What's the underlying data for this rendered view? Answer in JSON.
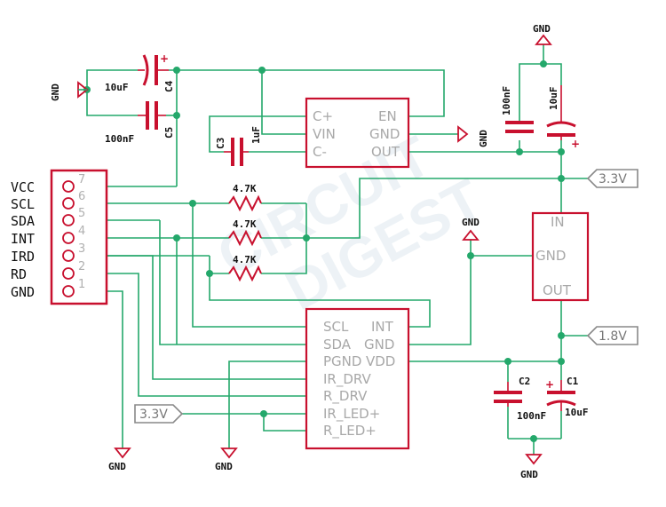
{
  "watermark": [
    "CIRCUIT",
    "DIGEST"
  ],
  "header": {
    "pins": [
      {
        "name": "VCC",
        "num": "7"
      },
      {
        "name": "SCL",
        "num": "6"
      },
      {
        "name": "SDA",
        "num": "5"
      },
      {
        "name": "INT",
        "num": "4"
      },
      {
        "name": "IRD",
        "num": "3"
      },
      {
        "name": "RD",
        "num": "2"
      },
      {
        "name": "GND",
        "num": "1"
      }
    ]
  },
  "components": {
    "c4": {
      "ref": "C4",
      "value": "10uF"
    },
    "c5": {
      "ref": "C5",
      "value": "100nF"
    },
    "c3": {
      "ref": "C3",
      "value": "1uF"
    },
    "c_in_100n": {
      "value": "100nF"
    },
    "c_in_10u": {
      "value": "10uF"
    },
    "c2": {
      "ref": "C2",
      "value": "100nF"
    },
    "c1": {
      "ref": "C1",
      "value": "10uF"
    },
    "r1": {
      "value": "4.7K"
    },
    "r2": {
      "value": "4.7K"
    },
    "r3": {
      "value": "4.7K"
    }
  },
  "charge_pump": {
    "pins": [
      "C+",
      "VIN",
      "C-",
      "EN",
      "GND",
      "OUT"
    ]
  },
  "regulator": {
    "pins": [
      "IN",
      "GND",
      "OUT"
    ]
  },
  "sensor": {
    "left_pins": [
      "SCL",
      "SDA",
      "PGND",
      "IR_DRV",
      "R_DRV",
      "IR_LED+",
      "R_LED+"
    ],
    "right_pins": [
      "INT",
      "GND",
      "VDD"
    ]
  },
  "net_labels": {
    "v33_top": "3.3V",
    "v18": "1.8V",
    "v33_left": "3.3V"
  },
  "gnd_label": "GND"
}
